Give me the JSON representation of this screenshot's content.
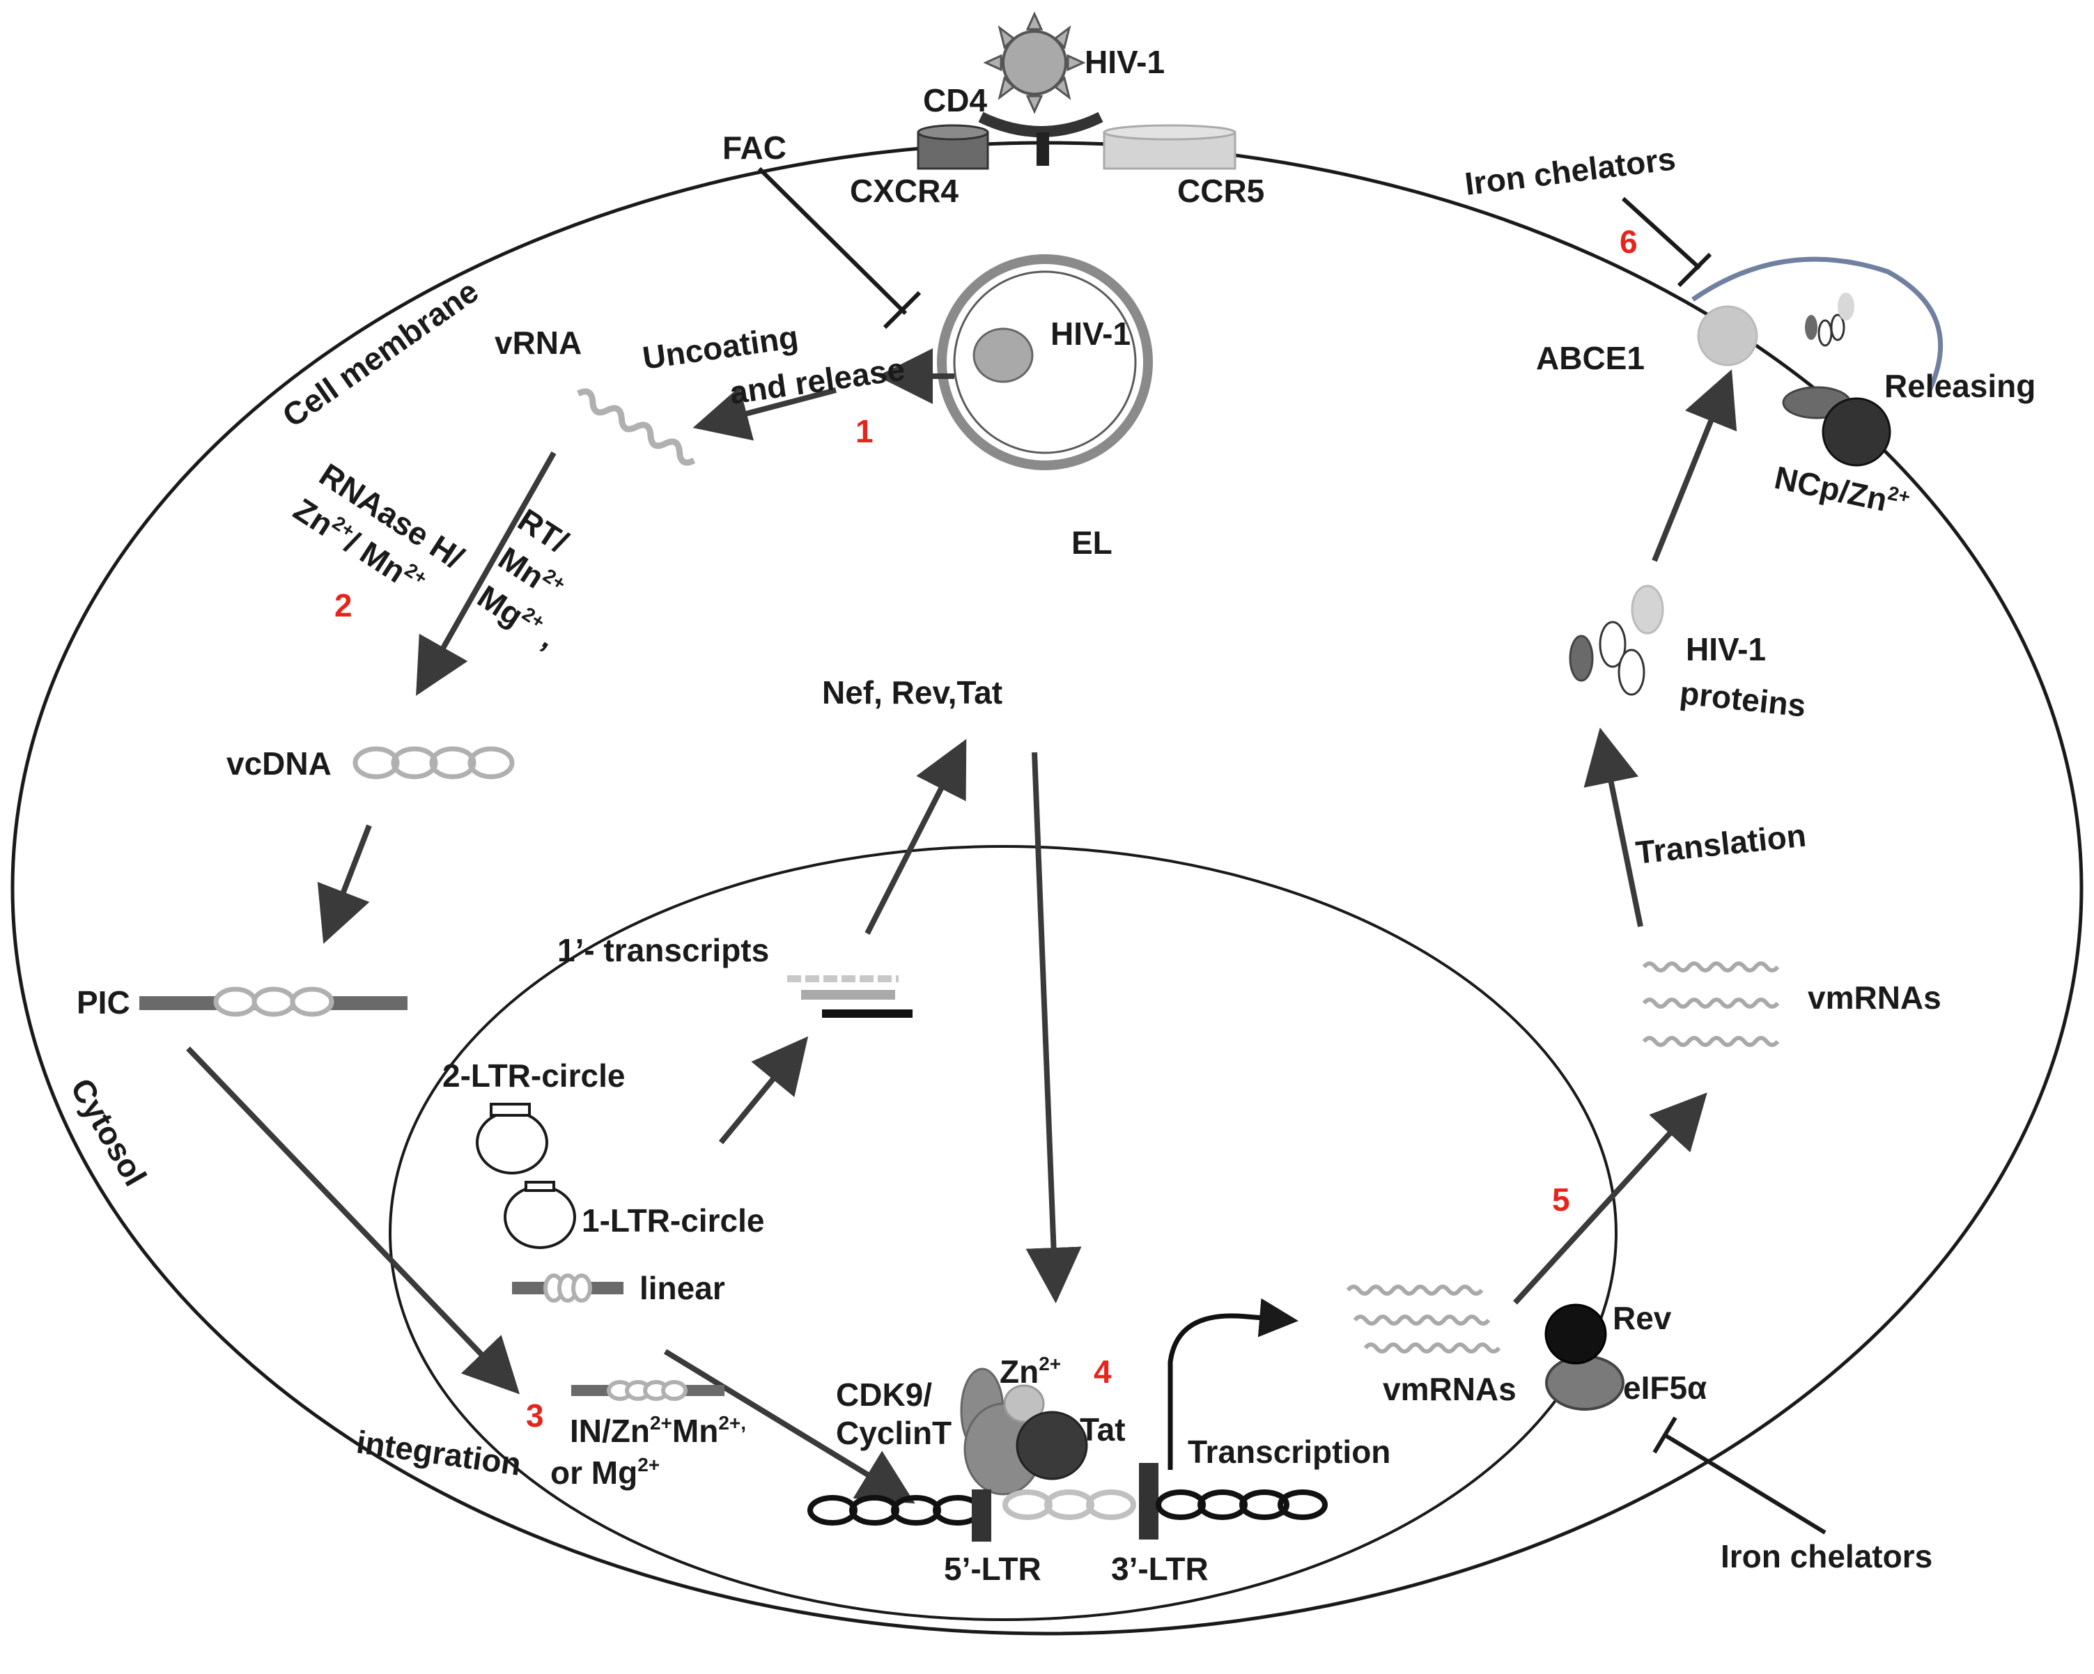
{
  "labels": {
    "hiv1_top": "HIV-1",
    "cd4": "CD4",
    "fac": "FAC",
    "cxcr4": "CXCR4",
    "ccr5": "CCR5",
    "iron_chelators_top": "Iron chelators",
    "cell_membrane": "Cell membrane",
    "vrna": "vRNA",
    "uncoating_line1": "Uncoating",
    "uncoating_line2": "and release",
    "hiv1_el": "HIV-1",
    "el": "EL",
    "abce1": "ABCE1",
    "releasing": "Releasing",
    "ncp_zn": "NCp/Zn",
    "ncp_zn_sup": "2+",
    "rnaase": "RNAase H/",
    "zn_mn": "Zn",
    "zn_mn_sup1": "2+",
    "zn_mn_mid": "/ Mn",
    "zn_mn_sup2": "2+",
    "rt": "RT/",
    "mn": "Mn",
    "mn_sup": "2+",
    "mg": "Mg",
    "mg_sup": "2+",
    "mg_comma": " ,",
    "hiv1_proteins_line1": "HIV-1",
    "hiv1_proteins_line2": "proteins",
    "nef_rev_tat": "Nef, Rev,Tat",
    "vcdna": "vcDNA",
    "translation": "Translation",
    "pic": "PIC",
    "transcripts_1": "1’- transcripts",
    "vmrnas_top": "vmRNAs",
    "cytosol": "Cytosol",
    "ltr_circle_2": "2-LTR-circle",
    "ltr_circle_1": "1-LTR-circle",
    "linear": "linear",
    "vmrnas_bottom": "vmRNAs",
    "rev": "Rev",
    "eif5a": "eIF5α",
    "integration": "integration",
    "in_line1_a": "IN/Zn",
    "in_line1_sup1": "2+",
    "in_line1_b": "Mn",
    "in_line1_sup2": "2+,",
    "in_line2_a": "or Mg",
    "in_line2_sup": "2+",
    "cdk9": "CDK9/",
    "cyclin": "CyclinT",
    "zn_tat": "Zn",
    "zn_tat_sup": "2+",
    "tat": "Tat",
    "transcription": "Transcription",
    "ltr5": "5’-LTR",
    "ltr3": "3’-LTR",
    "iron_chelators_bottom": "Iron chelators"
  },
  "steps": [
    "1",
    "2",
    "3",
    "4",
    "5",
    "6"
  ],
  "colors": {
    "step_number": "#e8231c",
    "line": "#1a1a1a",
    "arrow": "#3a3a3a",
    "light_gray": "#c8c8c8",
    "mid_gray": "#8a8a8a",
    "dark_gray": "#4a4a4a",
    "vesicle_blue": "#7080a0"
  }
}
